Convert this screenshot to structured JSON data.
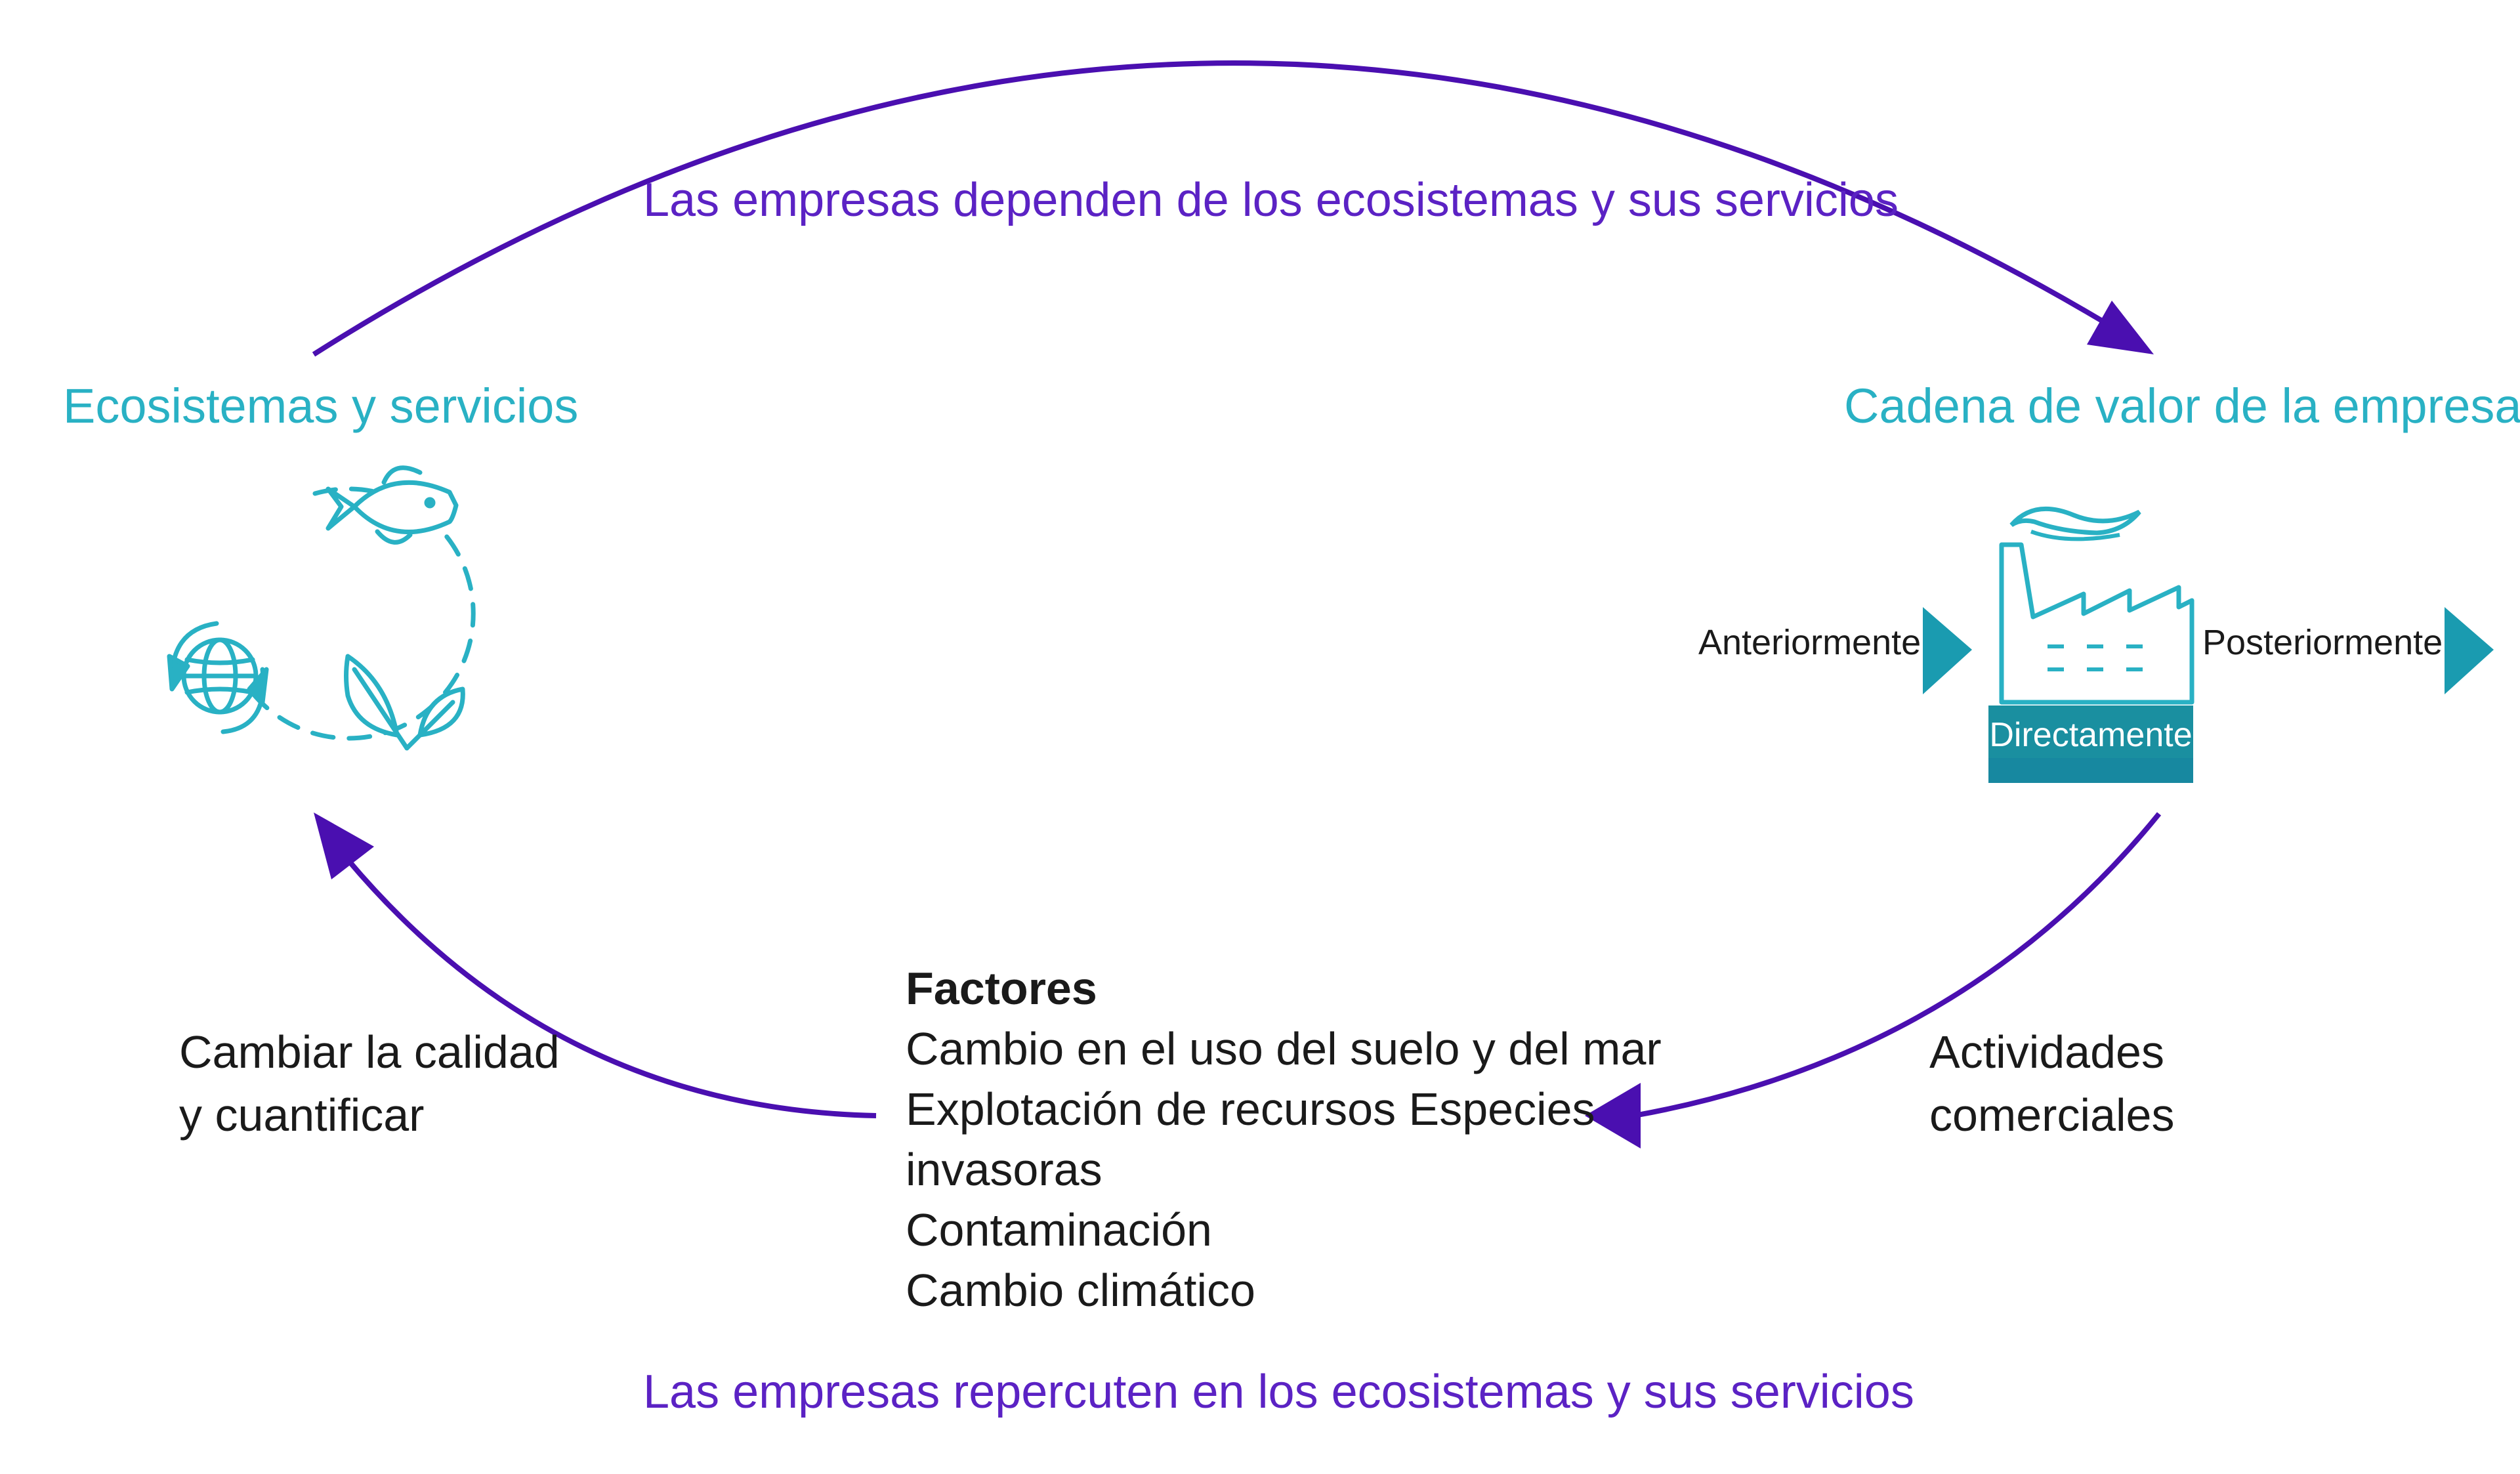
{
  "diagram": {
    "top_label": "Las empresas dependen de los ecosistemas y sus servicios",
    "bottom_label": "Las empresas repercuten en los ecosistemas y sus servicios",
    "ecosystems_label": "Ecosistemas y servicios",
    "value_chain_label": "Cadena de valor de la empresa",
    "upstream_label": "Anteriormente",
    "direct_label": "Directamente",
    "downstream_label": "Posteriormente",
    "business_activities": [
      "Actividades",
      "comerciales"
    ],
    "change_label": [
      "Cambiar la calidad",
      "y cuantificar"
    ],
    "factors_title": "Factores",
    "factors": [
      "Cambio en el uso del suelo y del mar",
      "Explotación de recursos Especies",
      "invasoras",
      "Contaminación",
      "Cambio climático"
    ]
  },
  "colors": {
    "arrow": "#4a0fb0",
    "label_purple": "#5b22c4",
    "teal": "#29b1c4",
    "teal_dark": "#1a8fa0",
    "dark_text": "#1a1a1a"
  },
  "icons": [
    "fish-icon",
    "globe-icon",
    "recycle-arrows-icon",
    "leaves-icon",
    "factory-icon",
    "chevron-right-icon"
  ]
}
